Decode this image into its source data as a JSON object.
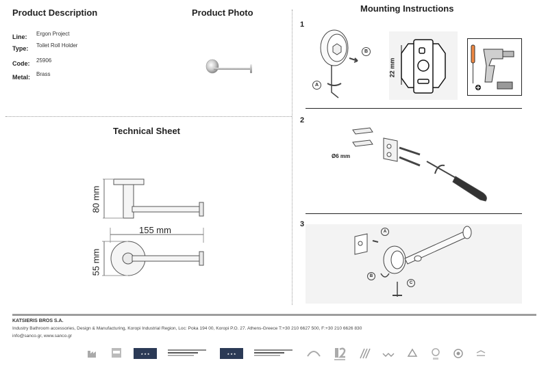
{
  "headings": {
    "product_description": "Product Description",
    "product_photo": "Product Photo",
    "mounting_instructions": "Mounting Instructions",
    "technical_sheet": "Technical Sheet"
  },
  "specs": [
    {
      "label": "Line:",
      "value": "Ergon Project"
    },
    {
      "label": "Type:",
      "value": "Toilet Roll Holder"
    },
    {
      "label": "Code:",
      "value": "25906"
    },
    {
      "label": "Metal:",
      "value": "Brass"
    }
  ],
  "technical": {
    "height": "80 mm",
    "width": "155 mm",
    "diameter": "55 mm"
  },
  "steps": [
    {
      "number": "1",
      "labels": [
        "A",
        "B"
      ],
      "dimension": "22 mm"
    },
    {
      "number": "2",
      "dimension": "Ø6 mm"
    },
    {
      "number": "3",
      "labels": [
        "A",
        "B",
        "C"
      ]
    }
  ],
  "footer": {
    "company": "KATSIERIS BROS S.A.",
    "address": "Industry Bathroom accessories, Design & Manufacturing, Koropi Industrial Region, Loc: Poka 194 00, Koropi P.O. 27. Athens-Greece   T:+30 210 6627 500, F:+30 210 6626 830",
    "contact": "info@sanco.gr, www.sanco.gr"
  },
  "colors": {
    "text": "#222222",
    "panel": "#f3f3f3",
    "footer_bar": "#9d9d9d",
    "cert_blue": "#2b3a56"
  }
}
